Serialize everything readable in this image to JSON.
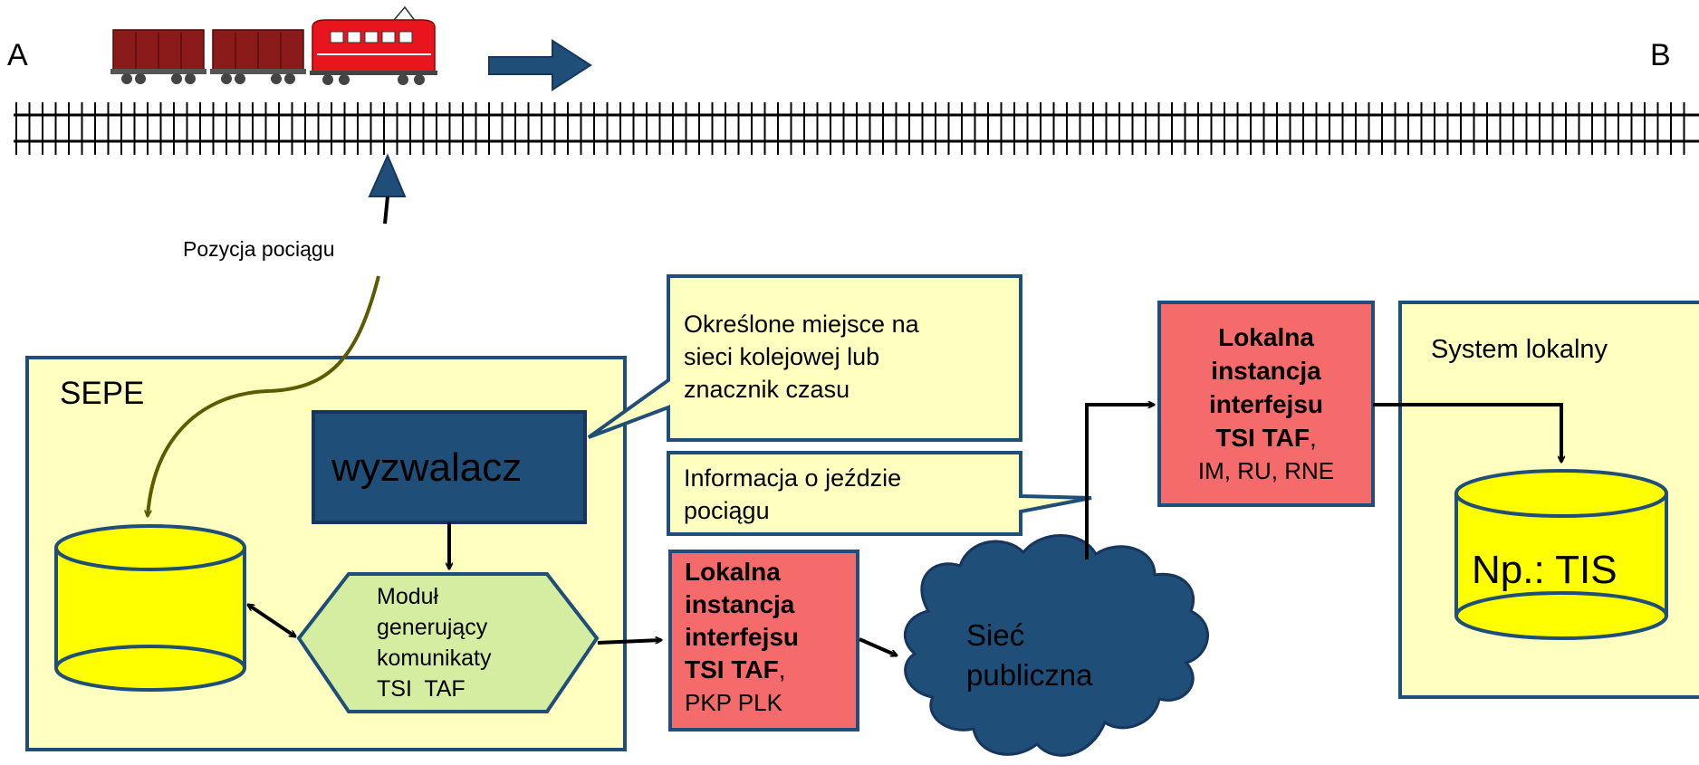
{
  "track": {
    "label_start": "A",
    "label_end": "B"
  },
  "train_position_label": "Pozycja pociągu",
  "sepe": {
    "title": "SEPE"
  },
  "trigger": {
    "label": "wyzwalacz"
  },
  "module": {
    "lines": [
      "Moduł",
      "generujący",
      "komunikaty",
      "TSI  TAF"
    ]
  },
  "callout_location": {
    "lines": [
      "Określone miejsce na",
      "sieci kolejowej lub",
      "znacznik czasu"
    ]
  },
  "callout_train_info": {
    "lines": [
      "Informacja o jeździe",
      "pociągu"
    ]
  },
  "interface_plk": {
    "bold_lines": [
      "Lokalna",
      "instancja",
      "interfejsu",
      "TSI TAF"
    ],
    "suffix": ",",
    "sub": "PKP PLK"
  },
  "interface_rne": {
    "bold_lines": [
      "Lokalna",
      "instancja",
      "interfejsu",
      "TSI TAF"
    ],
    "suffix": ",",
    "sub": "IM, RU, RNE"
  },
  "public_network": {
    "lines": [
      "Sieć",
      "publiczna"
    ]
  },
  "local_system": {
    "title": "System lokalny",
    "db_label": "Np.: TIS"
  },
  "colors": {
    "pale_yellow": "#ffffc0",
    "navy": "#1f4e79",
    "dark_navy": "#17365d",
    "hex_green": "#d4eda1",
    "red_box": "#f56b6b",
    "db_yellow": "#ffff00",
    "wagon_brown": "#8b1a1a",
    "loco_red": "#e8141e"
  }
}
